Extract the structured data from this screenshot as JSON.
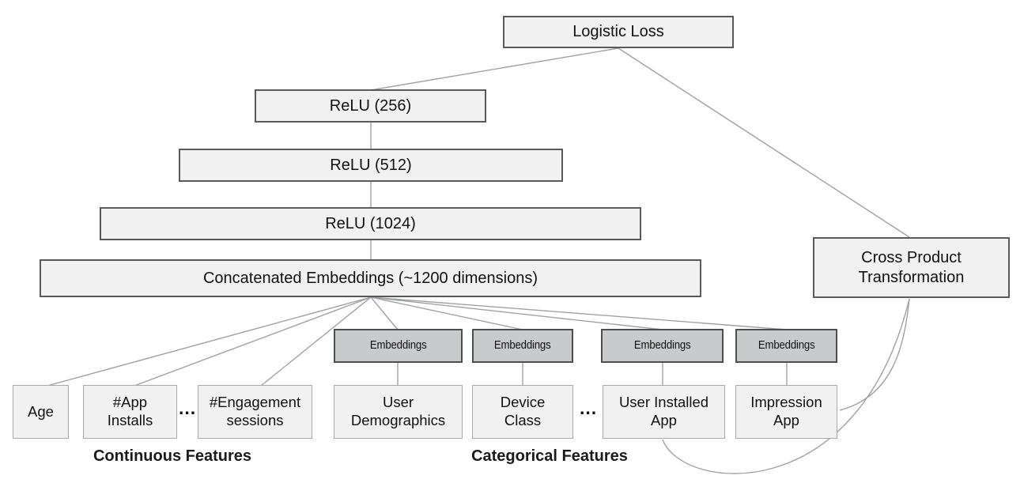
{
  "colors": {
    "box_fill": "#f1f1f2",
    "box_border_dark": "#595a5c",
    "box_border_light": "#a7a9ac",
    "embedding_fill": "#c9cacc",
    "embedding_border": "#4d4e50",
    "edge_line": "#9fa1a4",
    "text": "#111111"
  },
  "nodes": {
    "logistic_loss": "Logistic Loss",
    "relu_256": "ReLU (256)",
    "relu_512": "ReLU (512)",
    "relu_1024": "ReLU (1024)",
    "concatenated_embeddings": "Concatenated Embeddings (~1200 dimensions)",
    "cross_product": "Cross Product\nTransformation",
    "embeddings_label": "Embeddings"
  },
  "continuous_features": [
    "Age",
    "#App\nInstalls",
    "#Engagement\nsessions"
  ],
  "categorical_features": [
    "User\nDemographics",
    "Device\nClass",
    "User Installed\nApp",
    "Impression\nApp"
  ],
  "ellipsis": "...",
  "group_labels": {
    "continuous": "Continuous Features",
    "categorical": "Categorical Features"
  }
}
